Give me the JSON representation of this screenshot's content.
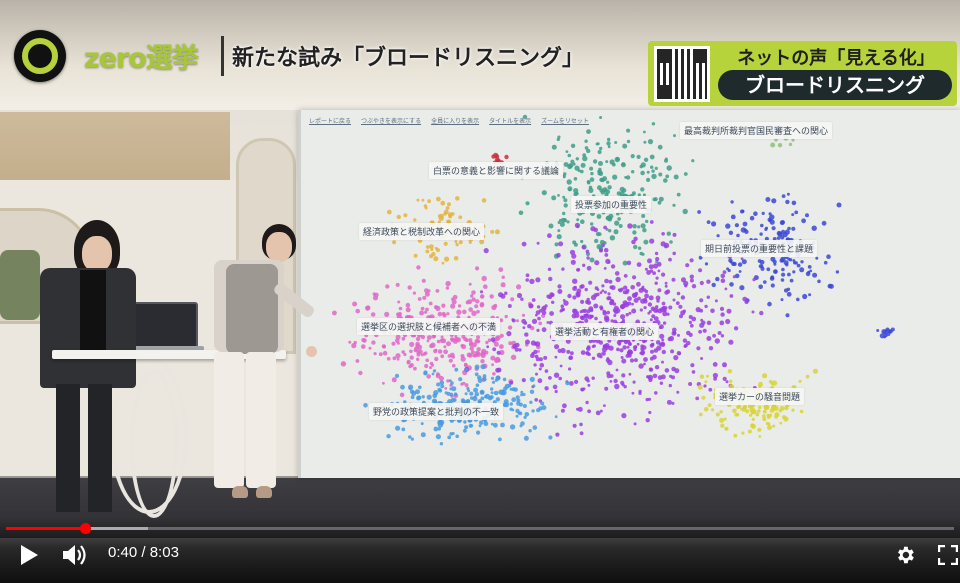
{
  "broadcast": {
    "show_logo_text": "zero選挙",
    "segment_title": "新たな試み「ブロードリスニング」",
    "badge_line1": "ネットの声「見える化」",
    "badge_line2": "ブロードリスニング"
  },
  "screen": {
    "toolbar": [
      "レポートに戻る",
      "つぶやきを表示にする",
      "全員に入りを表示",
      "タイトルを表示",
      "ズームをリセット"
    ],
    "clusters": [
      {
        "label": "最高裁判所裁判官国民審査への関心",
        "color": "#8fbf7a"
      },
      {
        "label": "白票の意義と影響に関する議論",
        "color": "#c9313e"
      },
      {
        "label": "投票参加の重要性",
        "color": "#3f9e8a"
      },
      {
        "label": "経済政策と税制改革への関心",
        "color": "#e3b443"
      },
      {
        "label": "期日前投票の重要性と課題",
        "color": "#3b48d6"
      },
      {
        "label": "選挙区の選択肢と候補者への不満",
        "color": "#e067c8"
      },
      {
        "label": "選挙活動と有権者の関心",
        "color": "#9a3ee0"
      },
      {
        "label": "選挙カーの騒音問題",
        "color": "#d9d437"
      },
      {
        "label": "野党の政策提案と批判の不一致",
        "color": "#4a9be0"
      }
    ]
  },
  "player": {
    "current_time": "0:40",
    "separator": "/",
    "duration": "8:03",
    "progress": 0.083,
    "buffered": 0.15,
    "icons": {
      "play": "play-icon",
      "volume": "volume-icon",
      "settings": "gear-icon",
      "fullscreen": "fullscreen-icon"
    }
  }
}
